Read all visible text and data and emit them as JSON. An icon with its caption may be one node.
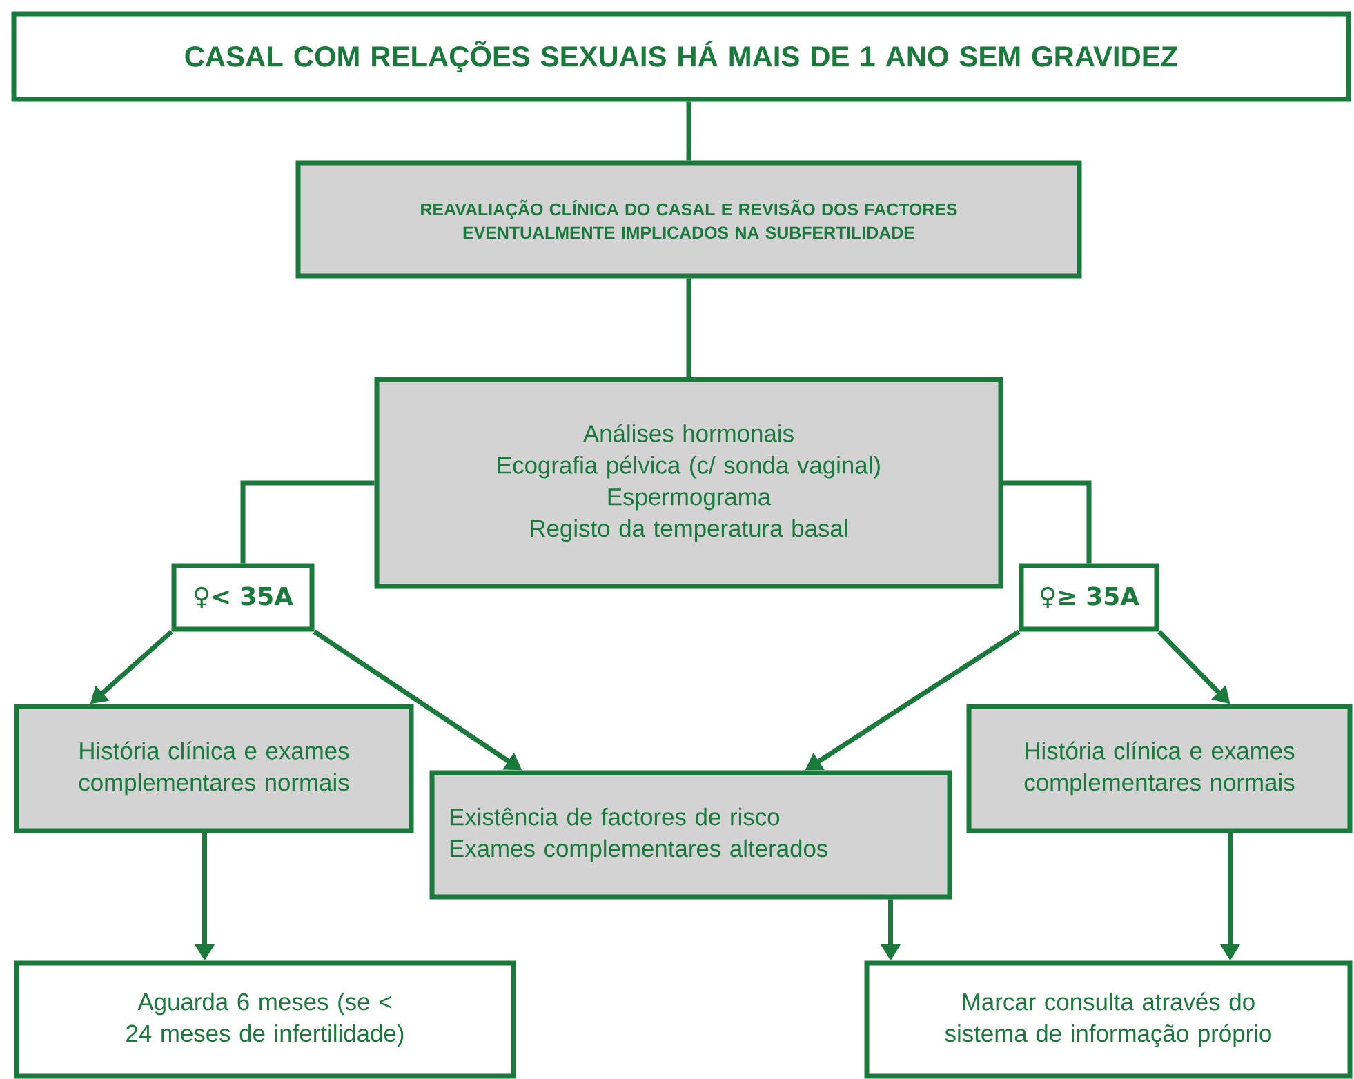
{
  "diagram": {
    "nodes": [
      {
        "text": [
          "CASAL COM RELAÇÕES SEXUAIS HÁ MAIS DE 1 ANO SEM GRAVIDEZ"
        ]
      },
      {
        "text": [
          "REAVALIAÇÃO CLÍNICA DO CASAL E REVISÃO DOS FACTORES EVENTUALMENTE IMPLICADOS NA SUBFERTILIDADE"
        ]
      },
      {
        "text": [
          "Análises hormonais",
          "Ecografia pélvica (c/ sonda vaginal)",
          "Espermograma",
          "Registo da temperatura basal"
        ]
      },
      {
        "text": [
          "♀< 35A"
        ]
      },
      {
        "text": [
          "♀≥ 35A"
        ]
      },
      {
        "text": [
          "História clínica e exames complementares normais"
        ]
      },
      {
        "text": [
          "Existência de factores de risco",
          "Exames complementares alterados"
        ]
      },
      {
        "text": [
          "História clínica e exames complementares normais"
        ]
      },
      {
        "text": [
          "Aguarda 6 meses (se < 24 meses de infertilidade)"
        ]
      },
      {
        "text": [
          "Marcar consulta através do sistema de informação próprio"
        ]
      }
    ],
    "edges": [
      {
        "from": 0,
        "to": 1,
        "arrow": "none"
      },
      {
        "from": 1,
        "to": 2,
        "arrow": "none"
      },
      {
        "from": 2,
        "to": 3,
        "arrow": "none"
      },
      {
        "from": 2,
        "to": 4,
        "arrow": "none"
      },
      {
        "from": 3,
        "to": 5,
        "arrow": "to"
      },
      {
        "from": 3,
        "to": 6,
        "arrow": "to"
      },
      {
        "from": 4,
        "to": 6,
        "arrow": "to"
      },
      {
        "from": 4,
        "to": 7,
        "arrow": "to"
      },
      {
        "from": 5,
        "to": 8,
        "arrow": "to"
      },
      {
        "from": 6,
        "to": 9,
        "arrow": "to"
      },
      {
        "from": 7,
        "to": 9,
        "arrow": "to"
      }
    ]
  }
}
